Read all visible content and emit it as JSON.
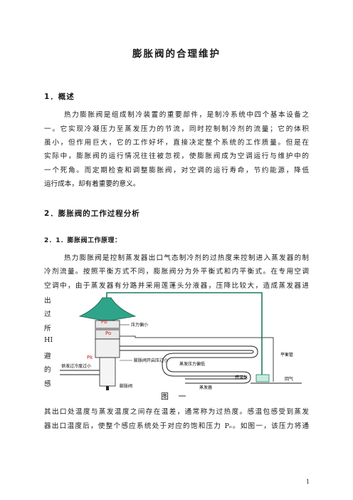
{
  "title": "膨胀阀的合理维护",
  "sec1": {
    "heading": "1．概述",
    "lines": [
      "热力膨胀阀是组成制冷装置的重要部件，是制冷系统中四个基本设备之",
      "一。它实现冷凝压力至蒸发压力的节流，同时控制制冷剂的流量；它的体积",
      "虽小，但作用巨大，它的工作好坏，直接决定整个系统的工作质量。但是在",
      "实际中，膨胀阀的运行情况往往被忽视，使膨胀阀成为空调运行与维护中的",
      "一个死角。而定期检查和调整膨胀阀，对空调的运行寿命，节约能源，降低",
      "运行成本，却有着重要的意义。"
    ]
  },
  "sec2": {
    "heading": "2．膨胀阀的工作过程分析",
    "sub_heading": "2．1．膨胀阀工作原理：",
    "lines": [
      "热力膨胀阀是控制蒸发器出口气态制冷剂的过热度来控制进入蒸发器的制",
      "冷剂流量。按照平衡方式不同，膨胀阀分为外平衡式和内平衡式。在专用空调",
      "空调中，由于蒸发器有分路并采用莲蓬头分液器，压降比较大，造成蒸发器进"
    ],
    "side_chars": [
      "出",
      "过",
      "所",
      "HI",
      "避",
      "的",
      "感"
    ],
    "after_lines": [
      "其出口处温度与蒸发温度之间存在温差，通常称为过热度。感温包感受到蒸发",
      "器出口温度后，使整个感应系统处于对应的饱和压力  Pₒ。如图一，该压力将通"
    ]
  },
  "figure": {
    "labels": {
      "pb": "Pb",
      "po": "Po",
      "pk": "Pk",
      "pressure_low": "压力偏小",
      "opening_pressure": "膨胀阀开启压过小",
      "valve": "膨胀阀",
      "high_liquid": "供液过冷度过小",
      "evap_pressure": "蒸发压力偏低",
      "evaporator": "蒸发器",
      "bulb": "感温包",
      "balance_pipe": "平衡管",
      "return_gas": "回气"
    },
    "caption": "图 一"
  },
  "page_number": "1"
}
